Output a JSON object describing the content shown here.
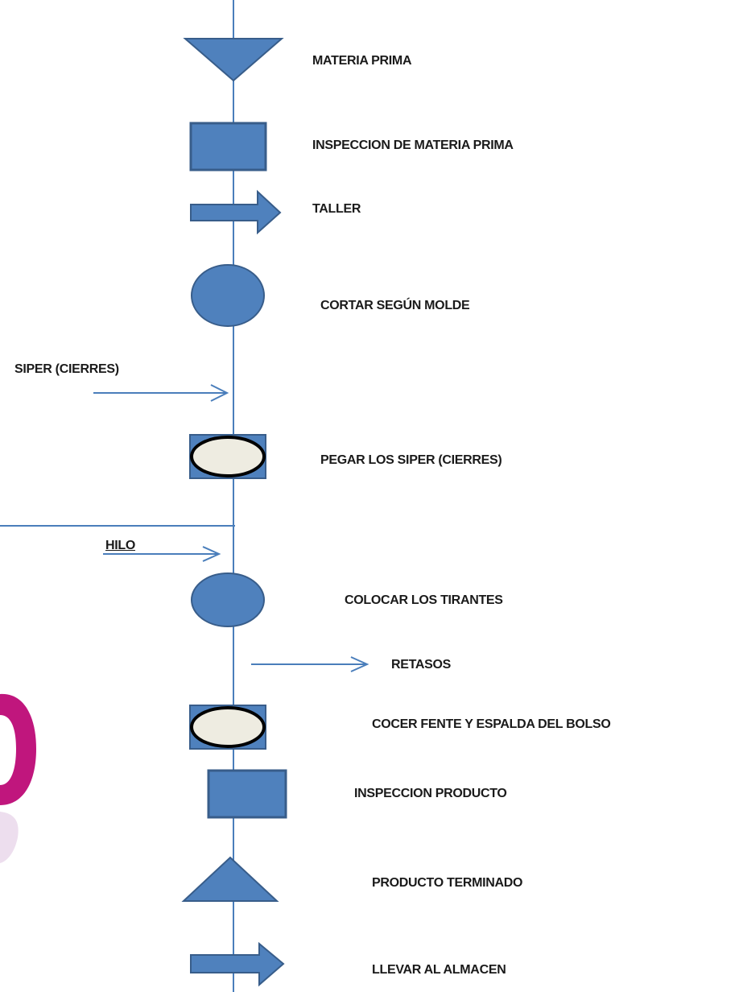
{
  "colors": {
    "shape_fill": "#4f81bd",
    "shape_stroke": "#385d8a",
    "line": "#4a7ebb",
    "oval_fill": "#eeece1",
    "oval_stroke": "#000000",
    "partial_letter_fill": "#c0167d"
  },
  "steps": [
    {
      "symbol": "inverted-triangle",
      "label": "MATERIA PRIMA"
    },
    {
      "symbol": "rectangle",
      "label": "INSPECCION  DE MATERIA PRIMA"
    },
    {
      "symbol": "arrow",
      "label": "TALLER"
    },
    {
      "symbol": "ellipse",
      "label": "CORTAR  SEGÚN  MOLDE"
    },
    {
      "symbol": "framed-oval",
      "label": "PEGAR LOS SIPER (CIERRES)"
    },
    {
      "symbol": "ellipse",
      "label": "COLOCAR  LOS  TIRANTES"
    },
    {
      "symbol": "framed-oval",
      "label": "COCER  FENTE Y ESPALDA   DEL BOLSO"
    },
    {
      "symbol": "rectangle",
      "label": "INSPECCION  PRODUCTO"
    },
    {
      "symbol": "triangle",
      "label": "PRODUCTO   TERMINADO"
    },
    {
      "symbol": "arrow",
      "label": "LLEVAR AL ALMACEN"
    }
  ],
  "inputs": [
    {
      "label": "SIPER (CIERRES)"
    },
    {
      "label": "HILO"
    }
  ],
  "outputs": [
    {
      "label": "RETASOS"
    }
  ]
}
